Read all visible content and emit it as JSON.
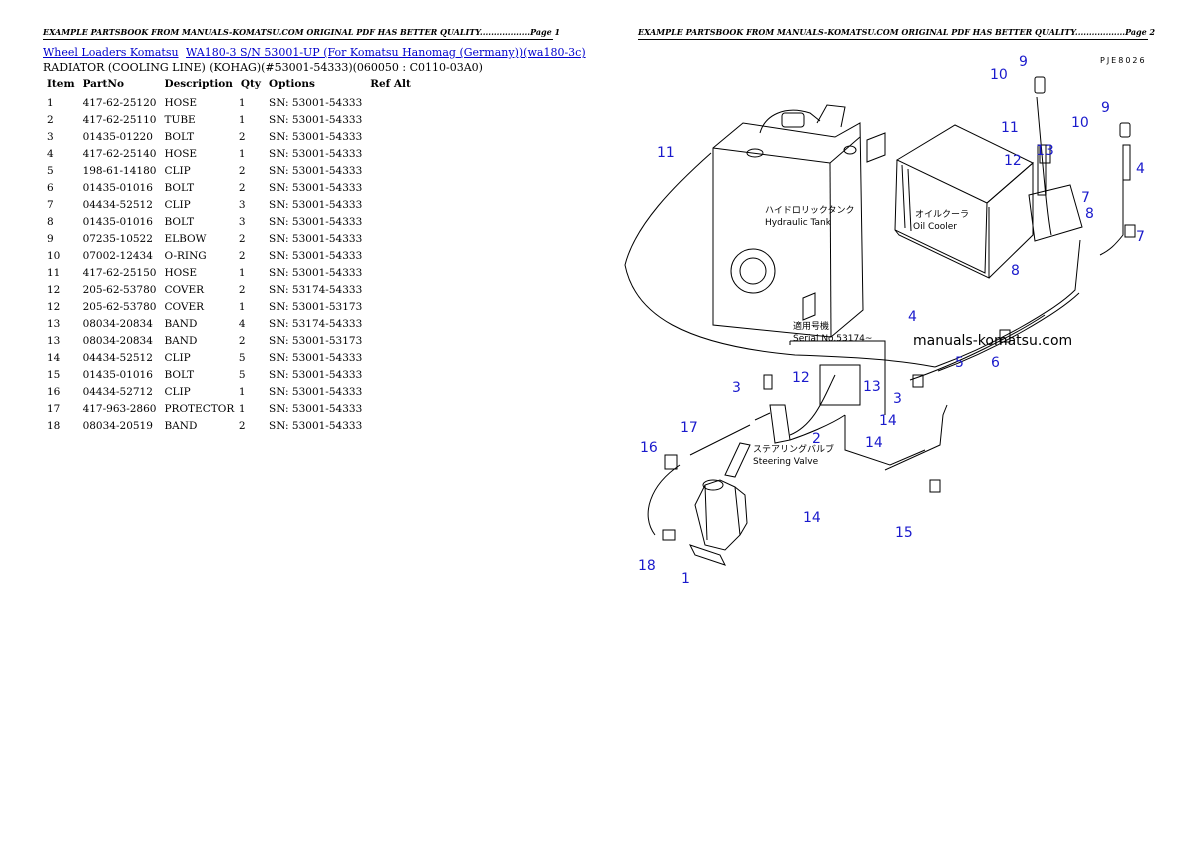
{
  "page1": {
    "header": "EXAMPLE PARTSBOOK FROM MANUALS-KOMATSU.COM ORIGINAL PDF HAS BETTER QUALITY..................Page 1",
    "breadcrumb": [
      {
        "label": "Wheel Loaders Komatsu"
      },
      {
        "label": "WA180-3 S/N 53001-UP (For Komatsu Hanomag (Germany))(wa180-3c)"
      }
    ],
    "subtitle": "RADIATOR (COOLING LINE) (KOHAG)(#53001-54333)(060050 : C0110-03A0)",
    "columns": [
      "Item",
      "PartNo",
      "Description",
      "Qty",
      "Options",
      "Ref Alt"
    ],
    "rows": [
      {
        "item": "1",
        "partno": "417-62-25120",
        "desc": "HOSE",
        "qty": "1",
        "opt": "SN: 53001-54333"
      },
      {
        "item": "2",
        "partno": "417-62-25110",
        "desc": "TUBE",
        "qty": "1",
        "opt": "SN: 53001-54333"
      },
      {
        "item": "3",
        "partno": "01435-01220",
        "desc": "BOLT",
        "qty": "2",
        "opt": "SN: 53001-54333"
      },
      {
        "item": "4",
        "partno": "417-62-25140",
        "desc": "HOSE",
        "qty": "1",
        "opt": "SN: 53001-54333"
      },
      {
        "item": "5",
        "partno": "198-61-14180",
        "desc": "CLIP",
        "qty": "2",
        "opt": "SN: 53001-54333"
      },
      {
        "item": "6",
        "partno": "01435-01016",
        "desc": "BOLT",
        "qty": "2",
        "opt": "SN: 53001-54333"
      },
      {
        "item": "7",
        "partno": "04434-52512",
        "desc": "CLIP",
        "qty": "3",
        "opt": "SN: 53001-54333"
      },
      {
        "item": "8",
        "partno": "01435-01016",
        "desc": "BOLT",
        "qty": "3",
        "opt": "SN: 53001-54333"
      },
      {
        "item": "9",
        "partno": "07235-10522",
        "desc": "ELBOW",
        "qty": "2",
        "opt": "SN: 53001-54333"
      },
      {
        "item": "10",
        "partno": "07002-12434",
        "desc": "O-RING",
        "qty": "2",
        "opt": "SN: 53001-54333"
      },
      {
        "item": "11",
        "partno": "417-62-25150",
        "desc": "HOSE",
        "qty": "1",
        "opt": "SN: 53001-54333"
      },
      {
        "item": "12",
        "partno": "205-62-53780",
        "desc": "COVER",
        "qty": "2",
        "opt": "SN: 53174-54333"
      },
      {
        "item": "12",
        "partno": "205-62-53780",
        "desc": "COVER",
        "qty": "1",
        "opt": "SN: 53001-53173"
      },
      {
        "item": "13",
        "partno": "08034-20834",
        "desc": "BAND",
        "qty": "4",
        "opt": "SN: 53174-54333"
      },
      {
        "item": "13",
        "partno": "08034-20834",
        "desc": "BAND",
        "qty": "2",
        "opt": "SN: 53001-53173"
      },
      {
        "item": "14",
        "partno": "04434-52512",
        "desc": "CLIP",
        "qty": "5",
        "opt": "SN: 53001-54333"
      },
      {
        "item": "15",
        "partno": "01435-01016",
        "desc": "BOLT",
        "qty": "5",
        "opt": "SN: 53001-54333"
      },
      {
        "item": "16",
        "partno": "04434-52712",
        "desc": "CLIP",
        "qty": "1",
        "opt": "SN: 53001-54333"
      },
      {
        "item": "17",
        "partno": "417-963-2860",
        "desc": "PROTECTOR",
        "qty": "1",
        "opt": "SN: 53001-54333"
      },
      {
        "item": "18",
        "partno": "08034-20519",
        "desc": "BAND",
        "qty": "2",
        "opt": "SN: 53001-54333"
      }
    ]
  },
  "page2": {
    "header": "EXAMPLE PARTSBOOK FROM MANUALS-KOMATSU.COM ORIGINAL PDF HAS BETTER QUALITY..................Page 2",
    "diagram_code": "PJE8026",
    "watermark": "manuals-komatsu.com",
    "labels": {
      "hydraulic_tank_jp": "ハイドロリックタンク",
      "hydraulic_tank": "Hydraulic Tank",
      "oil_cooler_jp": "オイルクーラ",
      "oil_cooler": "Oil Cooler",
      "serial_jp": "適用号機",
      "serial": "Serial No.53174~",
      "steering_jp": "ステアリングバルブ",
      "steering": "Steering Valve"
    },
    "callouts": [
      "1",
      "2",
      "3",
      "3",
      "4",
      "4",
      "5",
      "6",
      "7",
      "7",
      "8",
      "8",
      "9",
      "9",
      "10",
      "10",
      "11",
      "11",
      "12",
      "12",
      "13",
      "13",
      "14",
      "14",
      "14",
      "15",
      "16",
      "17",
      "18"
    ]
  }
}
